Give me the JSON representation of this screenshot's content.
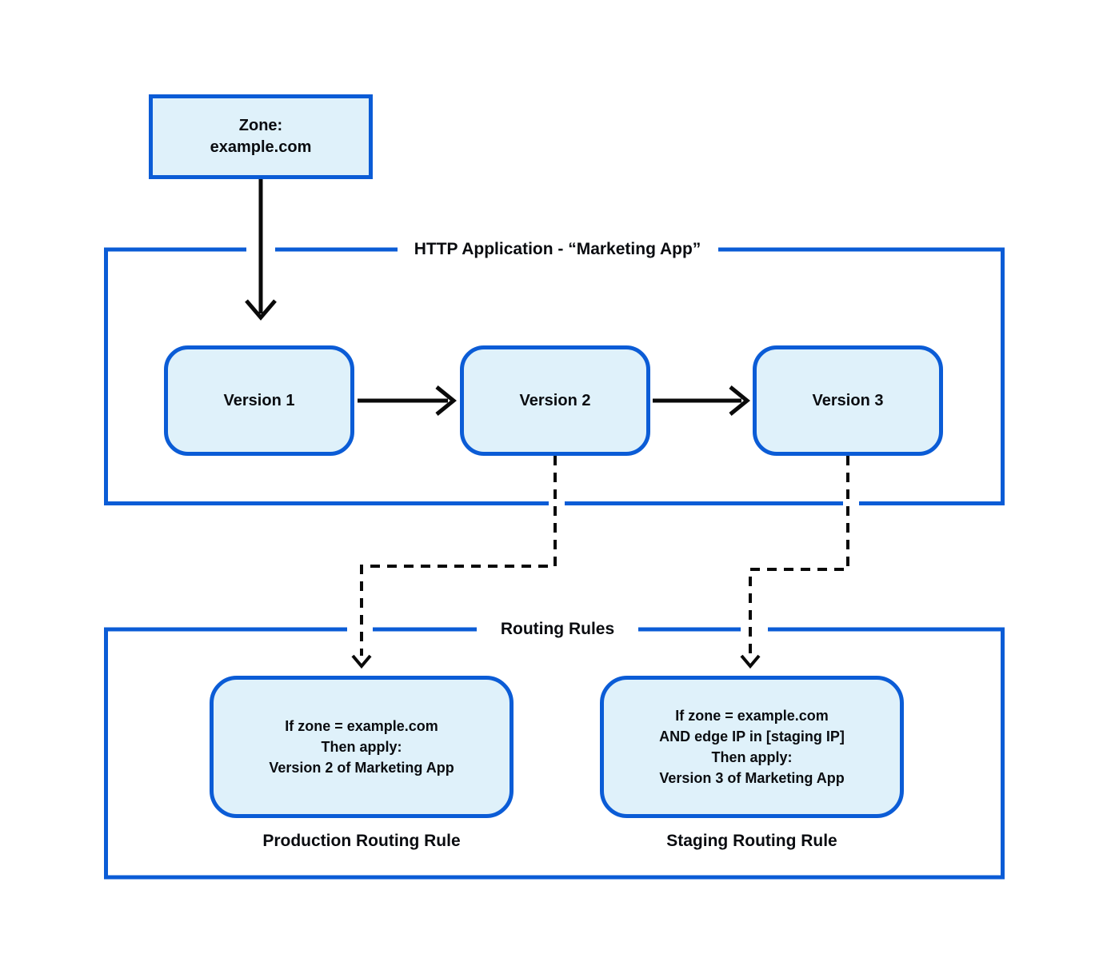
{
  "diagram": {
    "zone_box": {
      "line1": "Zone:",
      "line2": "example.com"
    },
    "http_app": {
      "title": "HTTP Application - “Marketing App”",
      "versions": [
        {
          "label": "Version 1"
        },
        {
          "label": "Version 2"
        },
        {
          "label": "Version 3"
        }
      ]
    },
    "routing_rules": {
      "title": "Routing Rules",
      "rules": [
        {
          "lines": [
            "If zone = example.com",
            "Then apply:",
            "Version 2 of Marketing App"
          ],
          "caption": "Production Routing Rule"
        },
        {
          "lines": [
            "If zone = example.com",
            "AND edge IP in [staging IP]",
            "Then apply:",
            "Version 3 of Marketing App"
          ],
          "caption": "Staging Routing Rule"
        }
      ]
    },
    "edges": [
      {
        "from": "zone-example-com",
        "to": "http-application",
        "style": "solid-arrow"
      },
      {
        "from": "version-1",
        "to": "version-2",
        "style": "solid-arrow"
      },
      {
        "from": "version-2",
        "to": "version-3",
        "style": "solid-arrow"
      },
      {
        "from": "version-2",
        "to": "production-routing-rule",
        "style": "dashed-arrow"
      },
      {
        "from": "version-3",
        "to": "staging-routing-rule",
        "style": "dashed-arrow"
      }
    ],
    "colors": {
      "border_blue": "#0b5cd6",
      "box_fill": "#dff1fa",
      "line_black": "#0a0a0a",
      "text": "#0a0c10",
      "background": "#ffffff"
    }
  }
}
